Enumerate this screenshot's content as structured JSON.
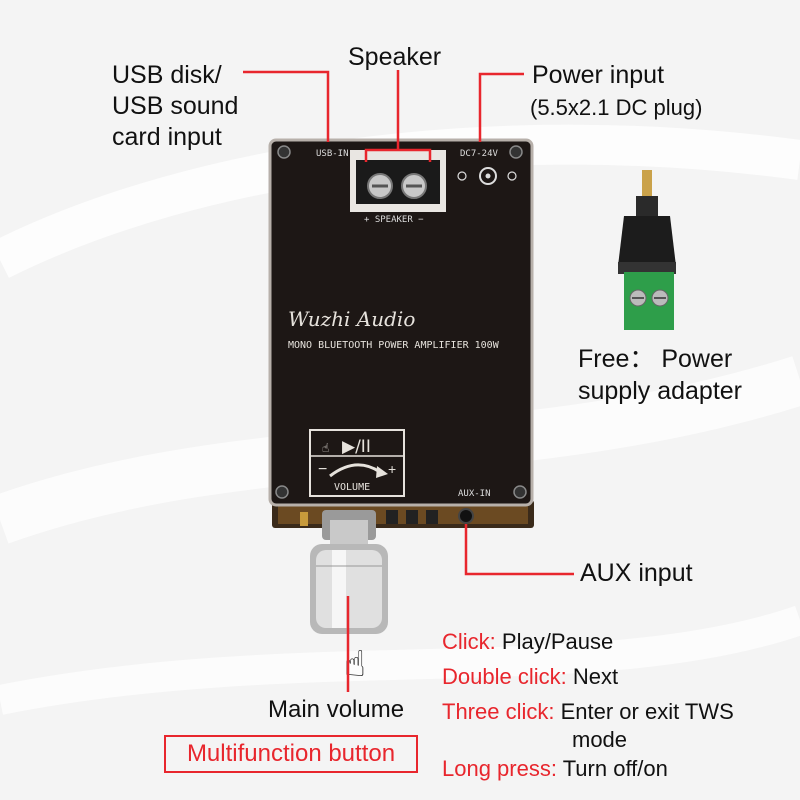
{
  "callouts": {
    "usb_line1": "USB disk/",
    "usb_line2": "USB sound",
    "usb_line3": "card input",
    "speaker": "Speaker",
    "power_line1": "Power input",
    "power_line2": "(5.5x2.1 DC plug)",
    "free_line1": "Free： Power",
    "free_line2": "supply adapter",
    "aux": "AUX input",
    "main_volume": "Main volume",
    "multifunction": "Multifunction button"
  },
  "functions": [
    {
      "key": "Click:",
      "value": "Play/Pause"
    },
    {
      "key": "Double click:",
      "value": "Next"
    },
    {
      "key": "Three click:",
      "value": "Enter or exit TWS"
    },
    {
      "key": "",
      "value": "mode"
    },
    {
      "key": "Long press:",
      "value": "Turn off/on"
    }
  ],
  "board": {
    "usb_in": "USB-IN",
    "dc_in": "DC7-24V",
    "speaker_mark": "+ SPEAKER −",
    "brand": "Wuzhi Audio",
    "model": "MONO BLUETOOTH POWER AMPLIFIER 100W",
    "volume": "VOLUME",
    "play_pause": "▶/II",
    "minus": "−",
    "plus": "+",
    "aux_in": "AUX-IN"
  },
  "colors": {
    "accent": "#e8262d",
    "board": "#1d1715",
    "adapter_green": "#2e9e4a"
  }
}
